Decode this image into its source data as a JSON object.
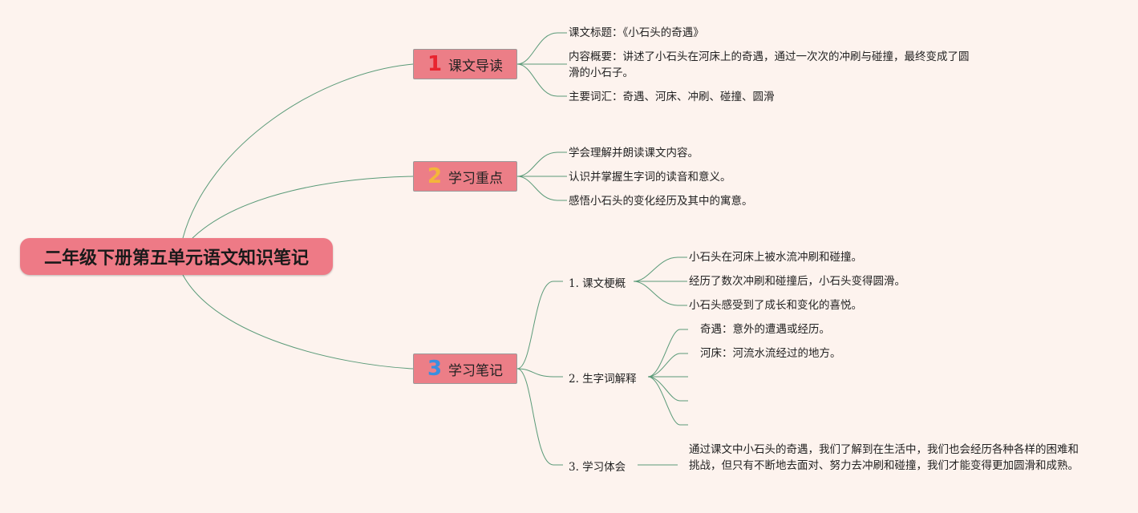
{
  "root": {
    "title": "二年级下册第五单元语文知识笔记"
  },
  "branches": [
    {
      "num": "1",
      "num_color": "#e8242f",
      "label": "课文导读",
      "items": [
        "课文标题：《小石头的奇遇》",
        "内容概要：讲述了小石头在河床上的奇遇，通过一次次的冲刷与碰撞，最终变成了圆滑的小石子。",
        "主要词汇：奇遇、河床、冲刷、碰撞、圆滑"
      ]
    },
    {
      "num": "2",
      "num_color": "#f4b63a",
      "label": "学习重点",
      "items": [
        "学会理解并朗读课文内容。",
        "认识并掌握生字词的读音和意义。",
        "感悟小石头的变化经历及其中的寓意。"
      ]
    },
    {
      "num": "3",
      "num_color": "#3a8fe0",
      "label": "学习笔记",
      "subs": [
        {
          "label": "1. 课文梗概",
          "items": [
            "小石头在河床上被水流冲刷和碰撞。",
            "经历了数次冲刷和碰撞后，小石头变得圆滑。",
            "小石头感受到了成长和变化的喜悦。"
          ]
        },
        {
          "label": "2. 生字词解释",
          "items": [
            "奇遇：意外的遭遇或经历。",
            "河床：河流水流经过的地方。",
            "",
            "",
            ""
          ]
        },
        {
          "label": "3. 学习体会",
          "items": [
            "通过课文中小石头的奇遇，我们了解到在生活中，我们也会经历各种各样的困难和挑战，但只有不断地去面对、努力去冲刷和碰撞，我们才能变得更加圆滑和成熟。"
          ]
        }
      ]
    }
  ],
  "colors": {
    "line": "#5a9a78",
    "node": "#ec7e87"
  }
}
